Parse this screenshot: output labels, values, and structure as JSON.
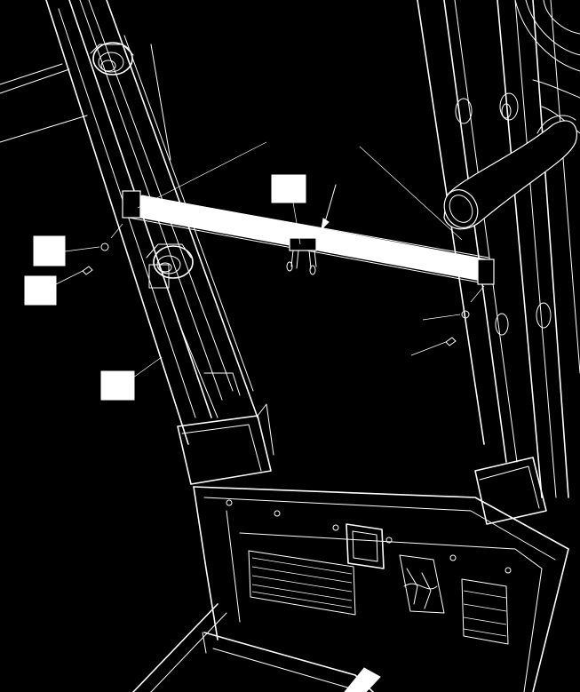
{
  "diagram": {
    "background": "#000000",
    "line_color": "#ffffff",
    "callouts": [
      {
        "id": "callout-1",
        "label": ""
      },
      {
        "id": "callout-2",
        "label": ""
      },
      {
        "id": "callout-3",
        "label": ""
      },
      {
        "id": "callout-4",
        "label": ""
      }
    ]
  }
}
